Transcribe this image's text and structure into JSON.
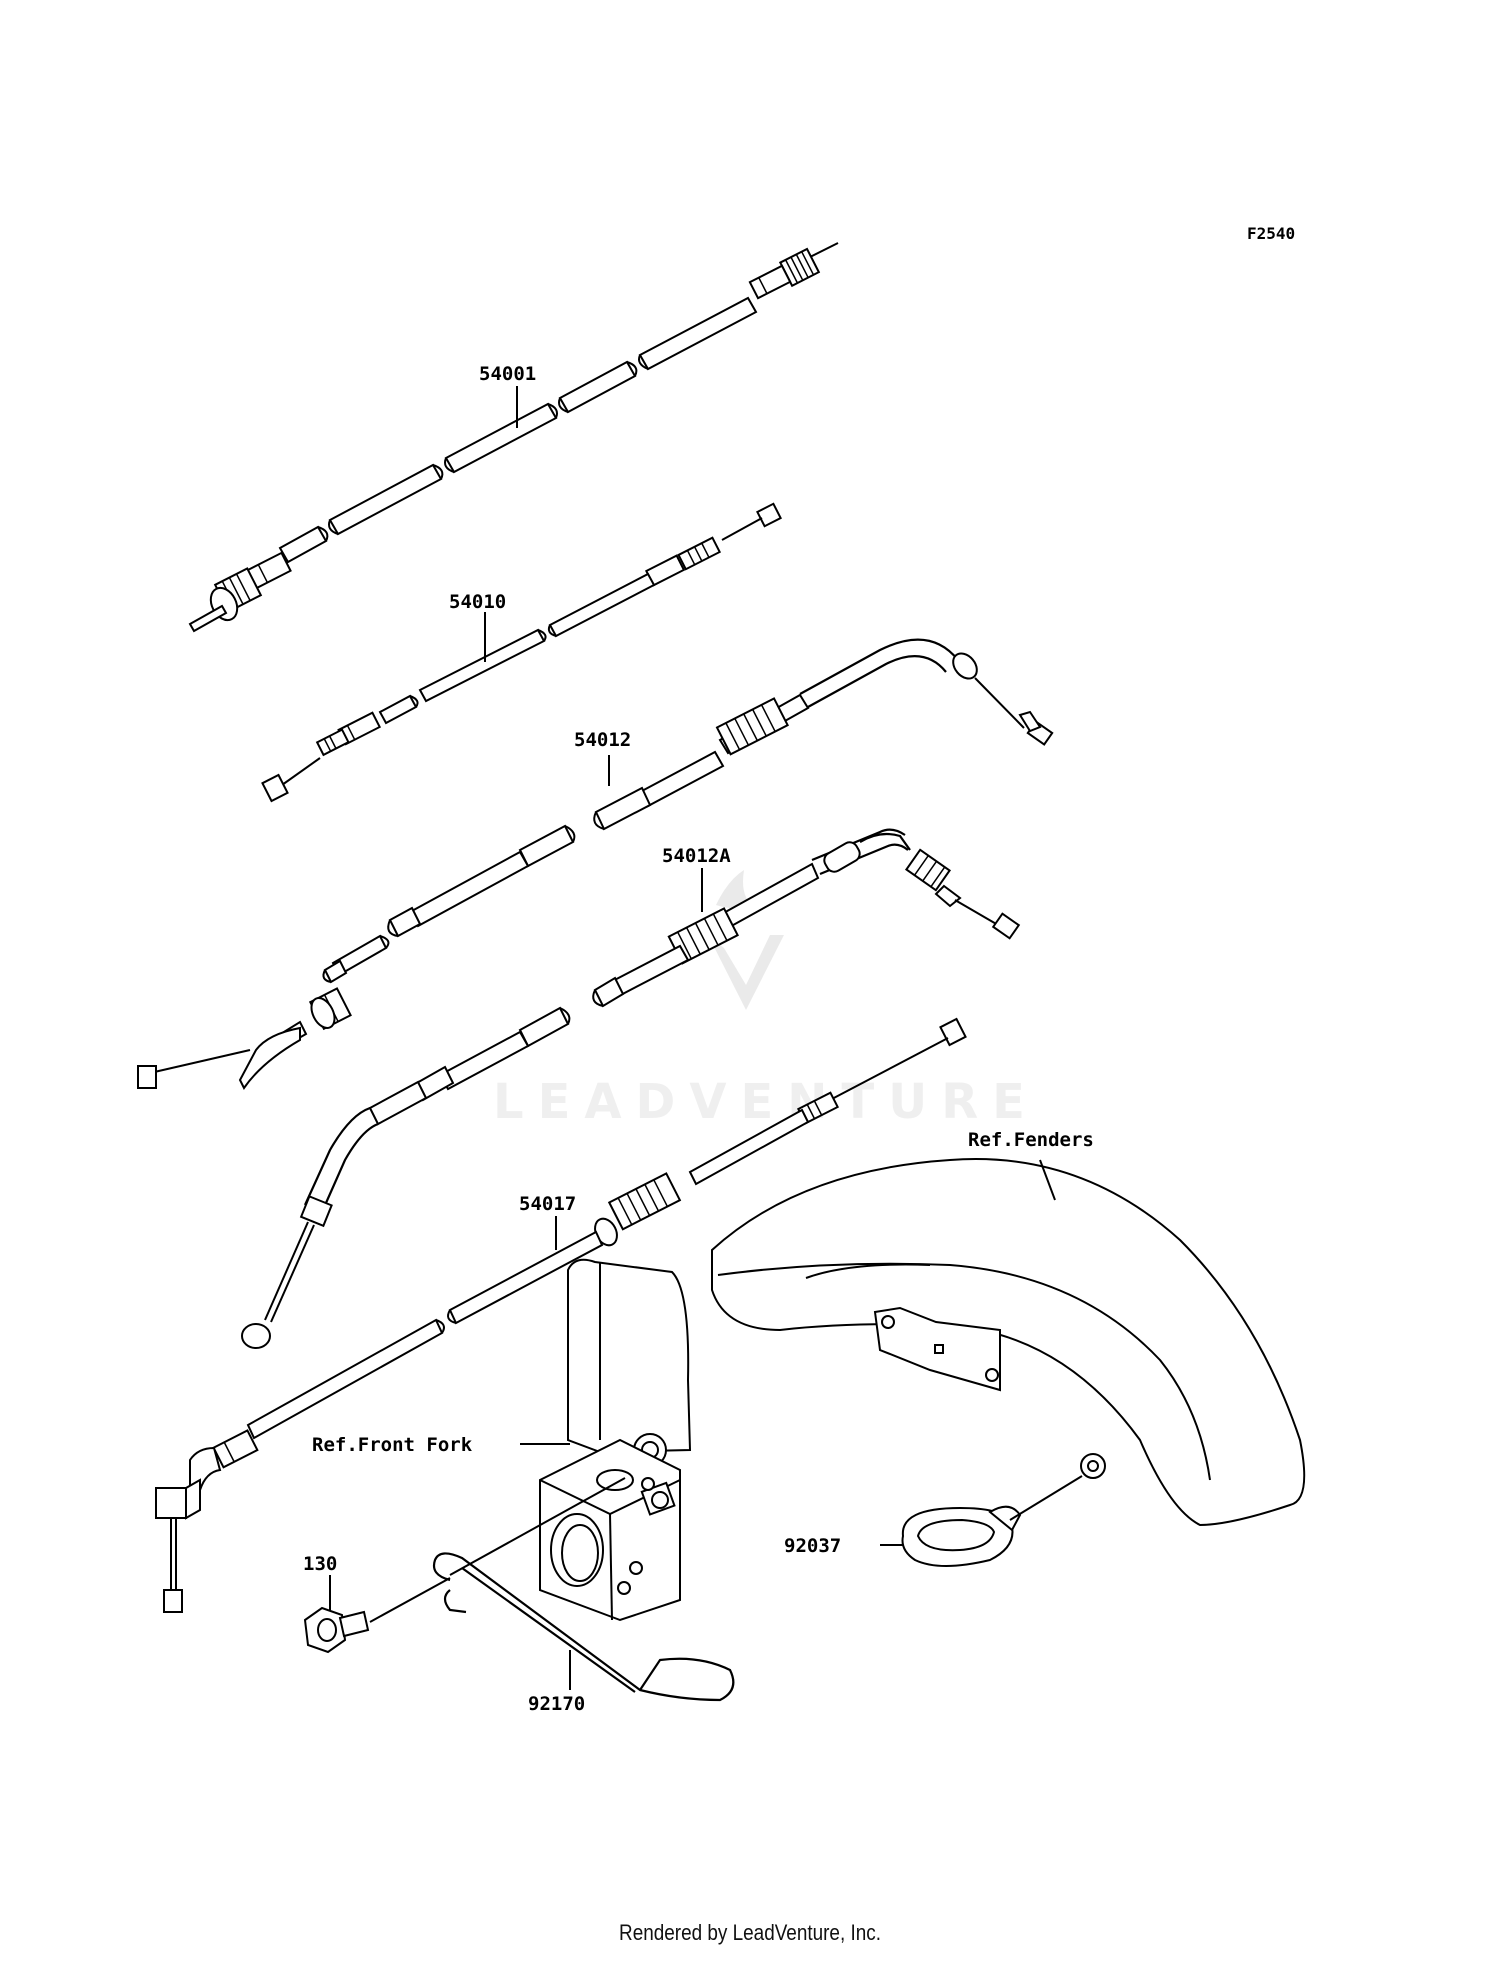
{
  "diagram_id": "F2540",
  "parts": {
    "p54001": "54001",
    "p54010": "54010",
    "p54012": "54012",
    "p54012A": "54012A",
    "p54017": "54017",
    "p92037": "92037",
    "p130": "130",
    "p92170": "92170"
  },
  "refs": {
    "fenders": "Ref.Fenders",
    "front_fork": "Ref.Front Fork"
  },
  "watermark": "LEADVENTURE",
  "footer": "Rendered by LeadVenture, Inc."
}
